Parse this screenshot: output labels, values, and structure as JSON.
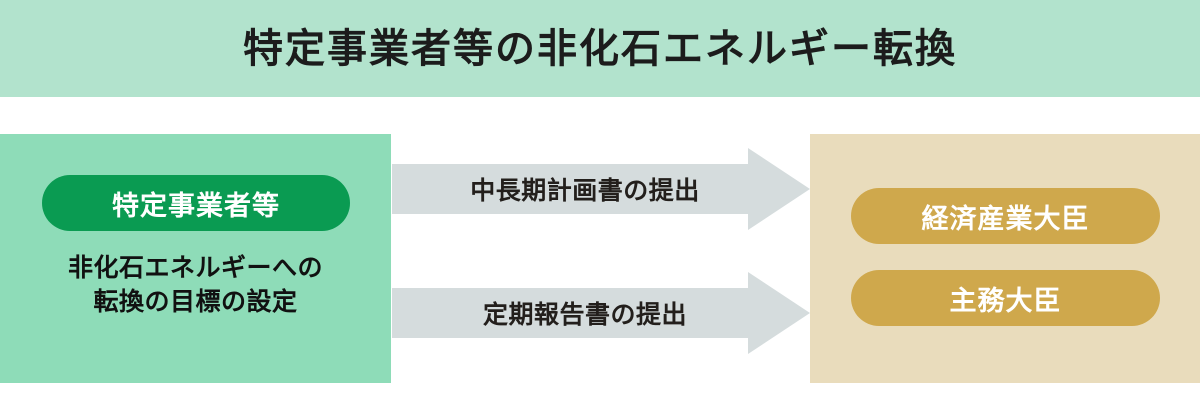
{
  "header": {
    "title": "特定事業者等の非化石エネルギー転換",
    "background_color": "#b2e3cd"
  },
  "left_panel": {
    "background_color": "#8edcb8",
    "pill": {
      "label": "特定事業者等",
      "color": "#0a9b52",
      "text_color": "#ffffff"
    },
    "caption_line1": "非化石エネルギーへの",
    "caption_line2": "転換の目標の設定",
    "caption_text_color": "#111111"
  },
  "flows": [
    {
      "label": "中長期計画書の提出",
      "color": "#d5dcdd",
      "direction": "left-to-right"
    },
    {
      "label": "定期報告書の提出",
      "color": "#d5dcdd",
      "direction": "left-to-right"
    }
  ],
  "right_panel": {
    "background_color": "#e9dcbc",
    "pills": [
      {
        "label": "経済産業大臣",
        "color": "#cfa84c",
        "text_color": "#ffffff"
      },
      {
        "label": "主務大臣",
        "color": "#cfa84c",
        "text_color": "#ffffff"
      }
    ]
  }
}
